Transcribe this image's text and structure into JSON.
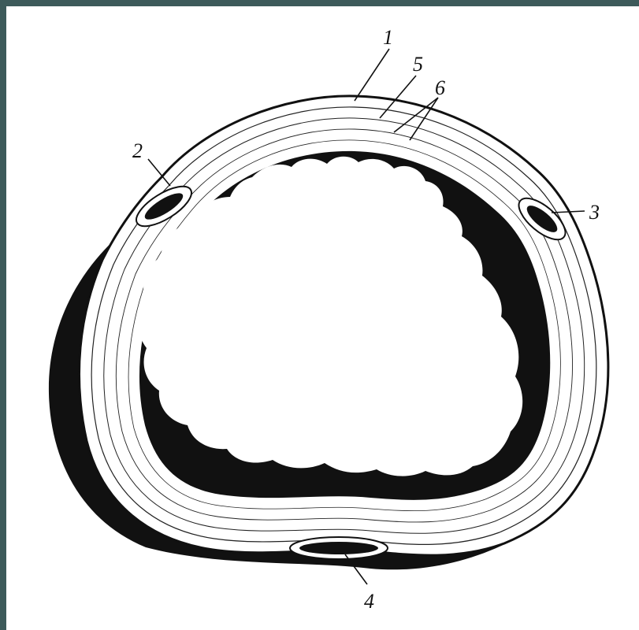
{
  "labels": {
    "l1": "1",
    "l2": "2",
    "l3": "3",
    "l4": "4",
    "l5": "5",
    "l6": "6"
  },
  "colors": {
    "background": "#3d5a5a",
    "paper": "#ffffff",
    "ink": "#111111"
  }
}
